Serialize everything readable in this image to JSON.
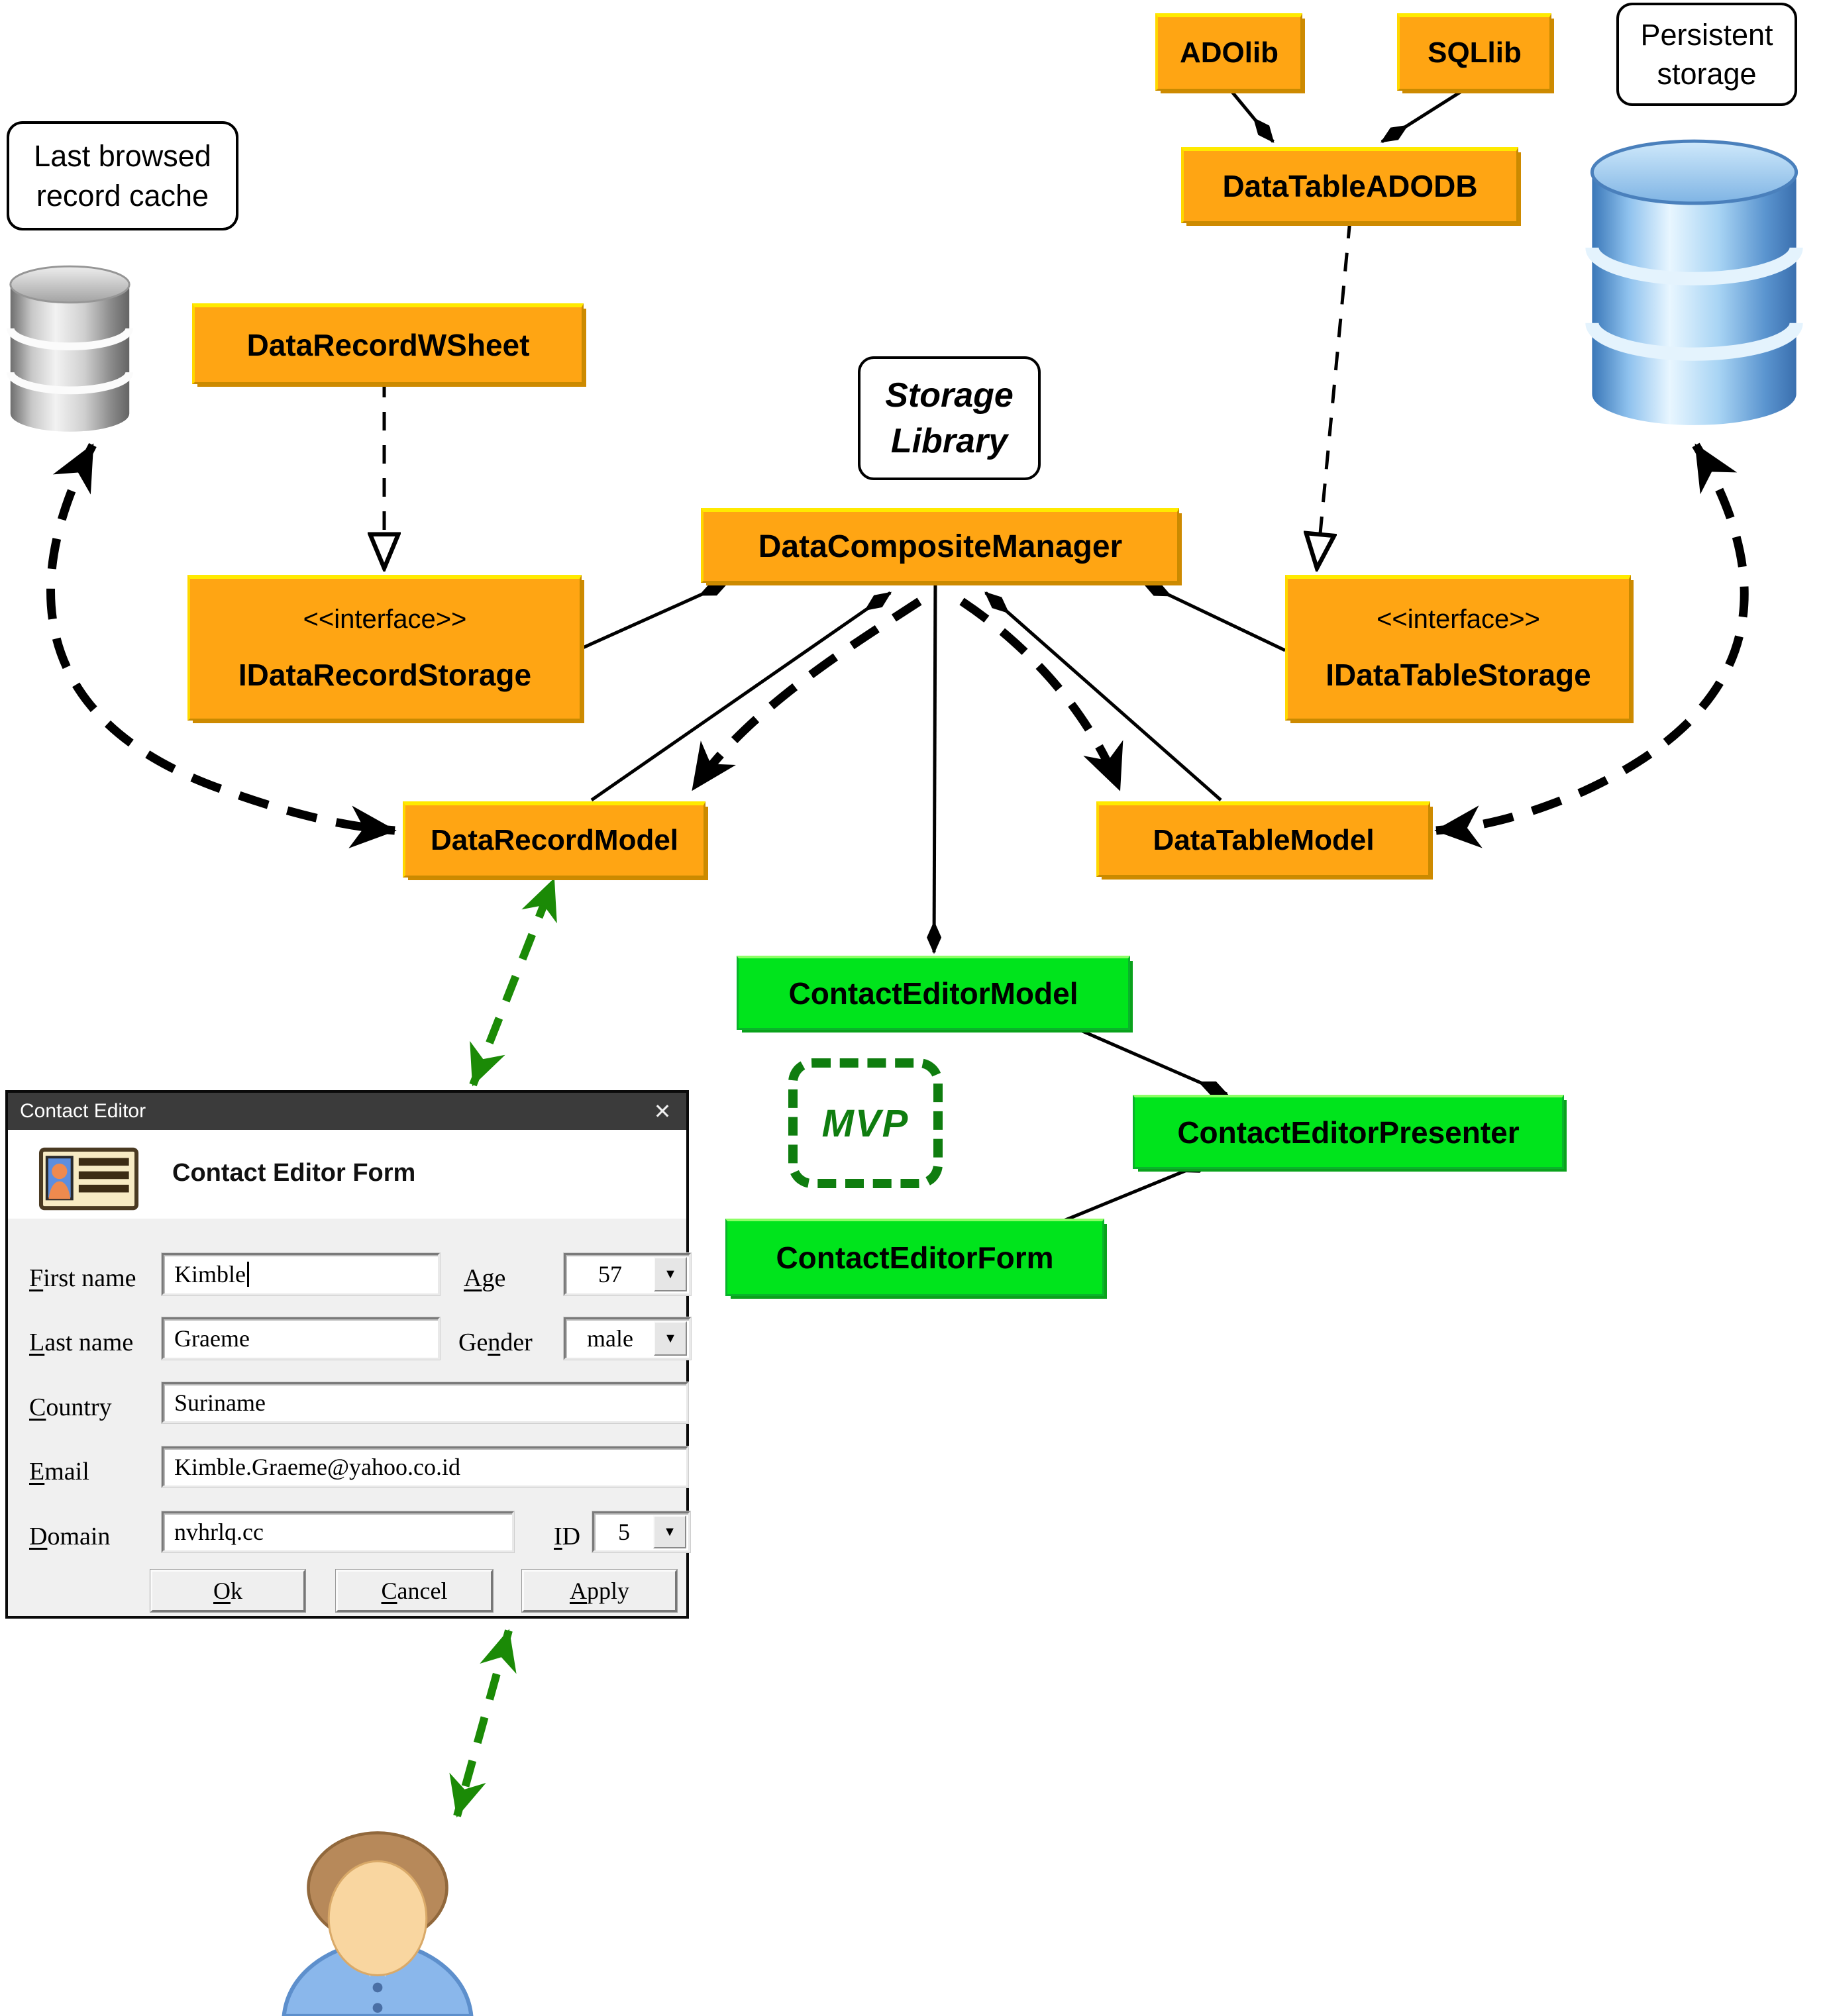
{
  "diagram": {
    "labels": {
      "last_browsed_line1": "Last browsed",
      "last_browsed_line2": "record cache",
      "persistent_line1": "Persistent",
      "persistent_line2": "storage",
      "storage_lib_line1": "Storage",
      "storage_lib_line2": "Library",
      "mvp": "MVP"
    },
    "nodes": {
      "adolib": "ADOlib",
      "sqllib": "SQLlib",
      "datatable_adodb": "DataTableADODB",
      "datarecord_wsheet": "DataRecordWSheet",
      "data_composite_manager": "DataCompositeManager",
      "interface_stereotype": "<<interface>>",
      "idatarecord_storage": "IDataRecordStorage",
      "idatatable_storage": "IDataTableStorage",
      "datarecord_model": "DataRecordModel",
      "datatable_model": "DataTableModel",
      "contact_editor_model": "ContactEditorModel",
      "contact_editor_presenter": "ContactEditorPresenter",
      "contact_editor_form": "ContactEditorForm"
    },
    "colors": {
      "node_orange": "#FFA513",
      "node_orange_highlight": "#FFEA00",
      "node_green": "#00E41C",
      "mvp_green": "#0F7D0F",
      "arrow_green": "#1B8A06",
      "titlebar_gray": "#3B3B3B"
    }
  },
  "window": {
    "title": "Contact Editor",
    "close_glyph": "✕",
    "heading": "Contact Editor Form",
    "dropdown_glyph": "▼",
    "fields": {
      "first_name": {
        "pre": "",
        "accel": "F",
        "post": "irst name",
        "value": "Kimble"
      },
      "age": {
        "pre": "",
        "accel": "A",
        "post": "ge",
        "value": "57"
      },
      "last_name": {
        "pre": "",
        "accel": "L",
        "post": "ast name",
        "value": "Graeme"
      },
      "gender": {
        "pre": "Ge",
        "accel": "n",
        "post": "der",
        "value": "male"
      },
      "country": {
        "pre": "",
        "accel": "C",
        "post": "ountry",
        "value": "Suriname"
      },
      "email": {
        "pre": "",
        "accel": "E",
        "post": "mail",
        "value": "Kimble.Graeme@yahoo.co.id"
      },
      "domain": {
        "pre": "",
        "accel": "D",
        "post": "omain",
        "value": "nvhrlq.cc"
      },
      "id": {
        "pre": "",
        "accel": "I",
        "post": "D",
        "value": "5"
      }
    },
    "buttons": {
      "ok": {
        "pre": "",
        "accel": "O",
        "post": "k"
      },
      "cancel": {
        "pre": "",
        "accel": "C",
        "post": "ancel"
      },
      "apply": {
        "pre": "",
        "accel": "A",
        "post": "pply"
      }
    }
  }
}
